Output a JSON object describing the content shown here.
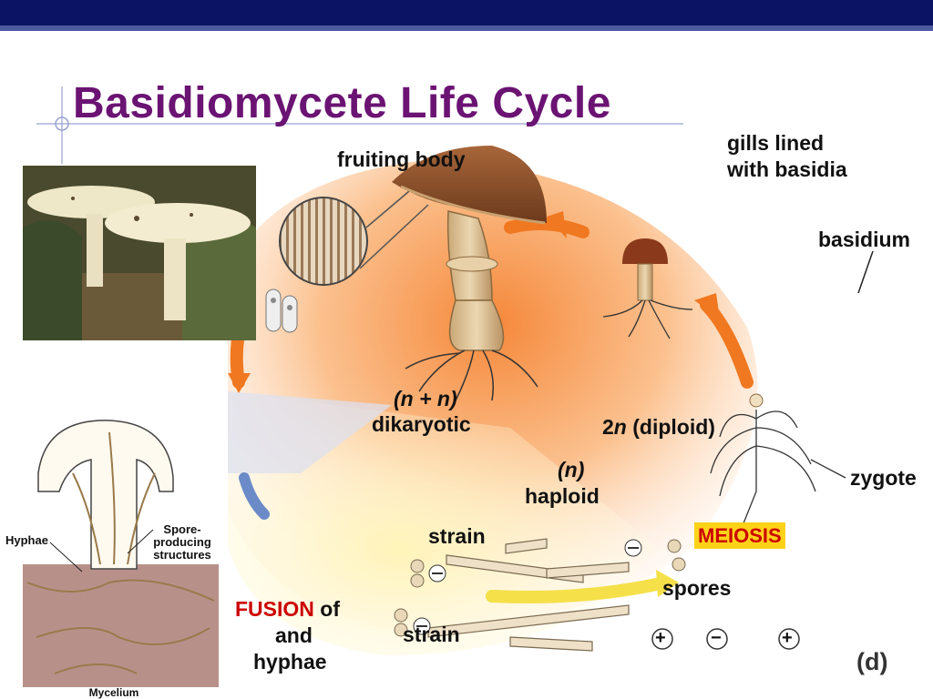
{
  "slide": {
    "title": "Basidiomycete Life Cycle"
  },
  "labels": {
    "fruiting_body": "fruiting body",
    "gills_line1": "gills lined",
    "gills_line2": "with basidia",
    "basidium": "basidium",
    "dikaryotic_ploidy": "(n + n)",
    "dikaryotic": "dikaryotic",
    "diploid_prefix": "2",
    "diploid_n": "n",
    "diploid_suffix": " (diploid)",
    "haploid_ploidy": "(n)",
    "haploid": "haploid",
    "zygote": "zygote",
    "meiosis": "MEIOSIS",
    "strain_top": "strain",
    "strain_bottom": "strain",
    "spores": "spores",
    "fusion": "FUSION",
    "fusion_of": " of",
    "fusion_and": "and",
    "fusion_hyphae": "hyphae",
    "panel": "(d)"
  },
  "inset_labels": {
    "hyphae": "Hyphae",
    "spore_line1": "Spore-",
    "spore_line2": "producing",
    "spore_line3": "structures",
    "mycelium": "Mycelium"
  },
  "spore_signs": [
    "+",
    "−",
    "+"
  ],
  "colors": {
    "title": "#6b1373",
    "top_bar": "#0b1464",
    "fusion": "#cc0000",
    "meiosis_bg": "#ffd21a",
    "arrow": "#f07820"
  }
}
